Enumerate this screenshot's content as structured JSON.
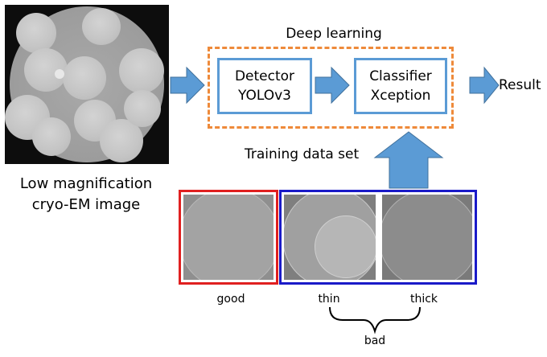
{
  "diagram": {
    "image_caption": [
      "Low magnification",
      "cryo-EM image"
    ],
    "deep_learning_label": "Deep learning",
    "detector": [
      "Detector",
      "YOLOv3"
    ],
    "classifier": [
      "Classifier",
      "Xception"
    ],
    "result_label": "Result",
    "training_label": "Training data set",
    "classes": {
      "good": "good",
      "thin": "thin",
      "thick": "thick",
      "bad": "bad"
    },
    "colors": {
      "arrow": "#5b9bd5",
      "dashed_box": "#ee8a3a",
      "good_frame": "#e02020",
      "bad_frame": "#1a1ac8"
    }
  }
}
